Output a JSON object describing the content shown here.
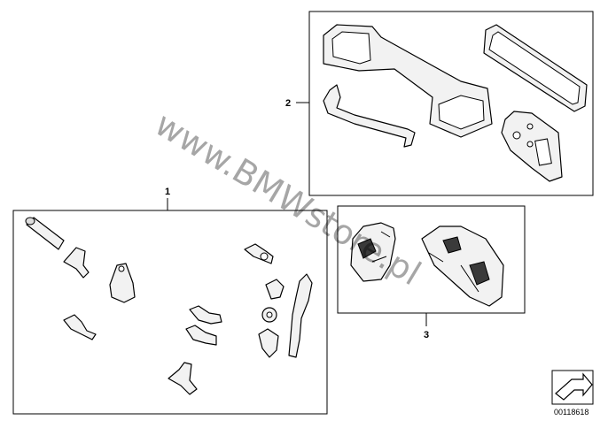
{
  "callouts": {
    "group_1": "1",
    "group_2": "2",
    "group_3": "3"
  },
  "watermark": "www.BMWstore.pl",
  "document_number": "00118618",
  "icons": {
    "corner_arrow": "arrow-in-box-icon"
  }
}
